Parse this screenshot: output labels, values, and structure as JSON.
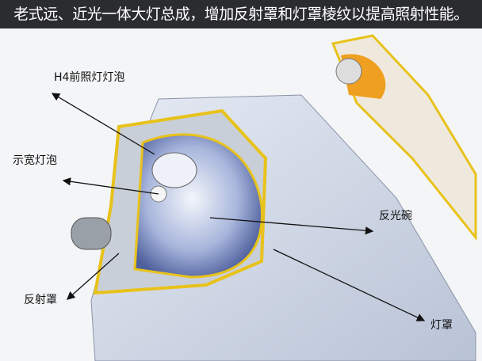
{
  "title": "老式远、近光一体大灯总成，增加反射罩和灯罩棱纹以提高照射性能。",
  "labels": {
    "h4_bulb": "H4前照灯灯泡",
    "position_bulb": "示宽灯泡",
    "reflector_bowl": "反光碗",
    "reflector_cover": "反射罩",
    "lens": "灯罩"
  },
  "colors": {
    "title_bg": "#2b2c30",
    "housing_edge": "#e8c21a",
    "reflector": "#7f93c8",
    "indicator": "#f0a020"
  }
}
